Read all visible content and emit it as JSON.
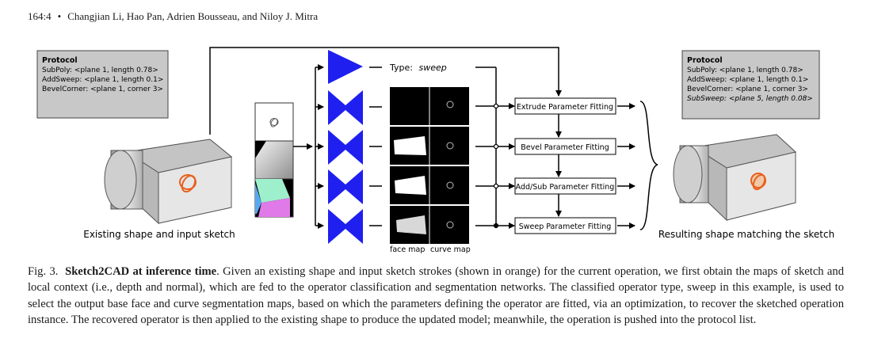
{
  "header": {
    "page_number": "164:4",
    "separator": "•",
    "authors": "Changjian Li, Hao Pan, Adrien Bousseau, and Niloy J. Mitra"
  },
  "figure": {
    "protocol_left": {
      "title": "Protocol",
      "lines": [
        "SubPoly: <plane 1, length 0.78>",
        "AddSweep: <plane 1, length 0.1>",
        "BevelCorner: <plane 1, corner 3>"
      ]
    },
    "protocol_right": {
      "title": "Protocol",
      "lines": [
        "SubPoly: <plane 1, length 0.78>",
        "AddSweep: <plane 1, length 0.1>",
        "BevelCorner: <plane 1, corner 3>"
      ],
      "new_line": "SubSweep: <plane 5, length 0.08>"
    },
    "type_label": "Type:",
    "type_value": "sweep",
    "fitting_boxes": [
      "Extrude Parameter Fitting",
      "Bevel Parameter Fitting",
      "Add/Sub Parameter Fitting",
      "Sweep Parameter Fitting"
    ],
    "face_map_label": "face map",
    "curve_map_label": "curve map",
    "left_caption": "Existing shape and input sketch",
    "right_caption": "Resulting shape matching the sketch",
    "colors": {
      "network": "#1f1ff0",
      "sketch": "#e8601c",
      "protocol_bg": "#c8c8c8"
    }
  },
  "caption": {
    "prefix": "Fig. 3.",
    "title": "Sketch2CAD at inference time",
    "text": ". Given an existing shape and input sketch strokes (shown in orange) for the current operation, we first obtain the maps of sketch and local context (i.e., depth and normal), which are fed to the operator classification and segmentation networks. The classified operator type, sweep in this example, is used to select the output base face and curve segmentation maps, based on which the parameters defining the operator are fitted, via an optimization, to recover the sketched operation instance. The recovered operator is then applied to the existing shape to produce the updated model; meanwhile, the operation is pushed into the protocol list."
  }
}
